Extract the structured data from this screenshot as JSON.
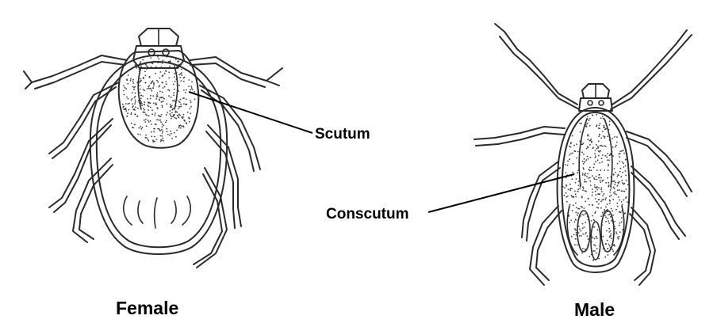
{
  "labels": {
    "scutum": "Scutum",
    "conscutum": "Conscutum",
    "female": "Female",
    "male": "Male"
  },
  "colors": {
    "ink": "#2a2a2a",
    "background": "#ffffff"
  }
}
